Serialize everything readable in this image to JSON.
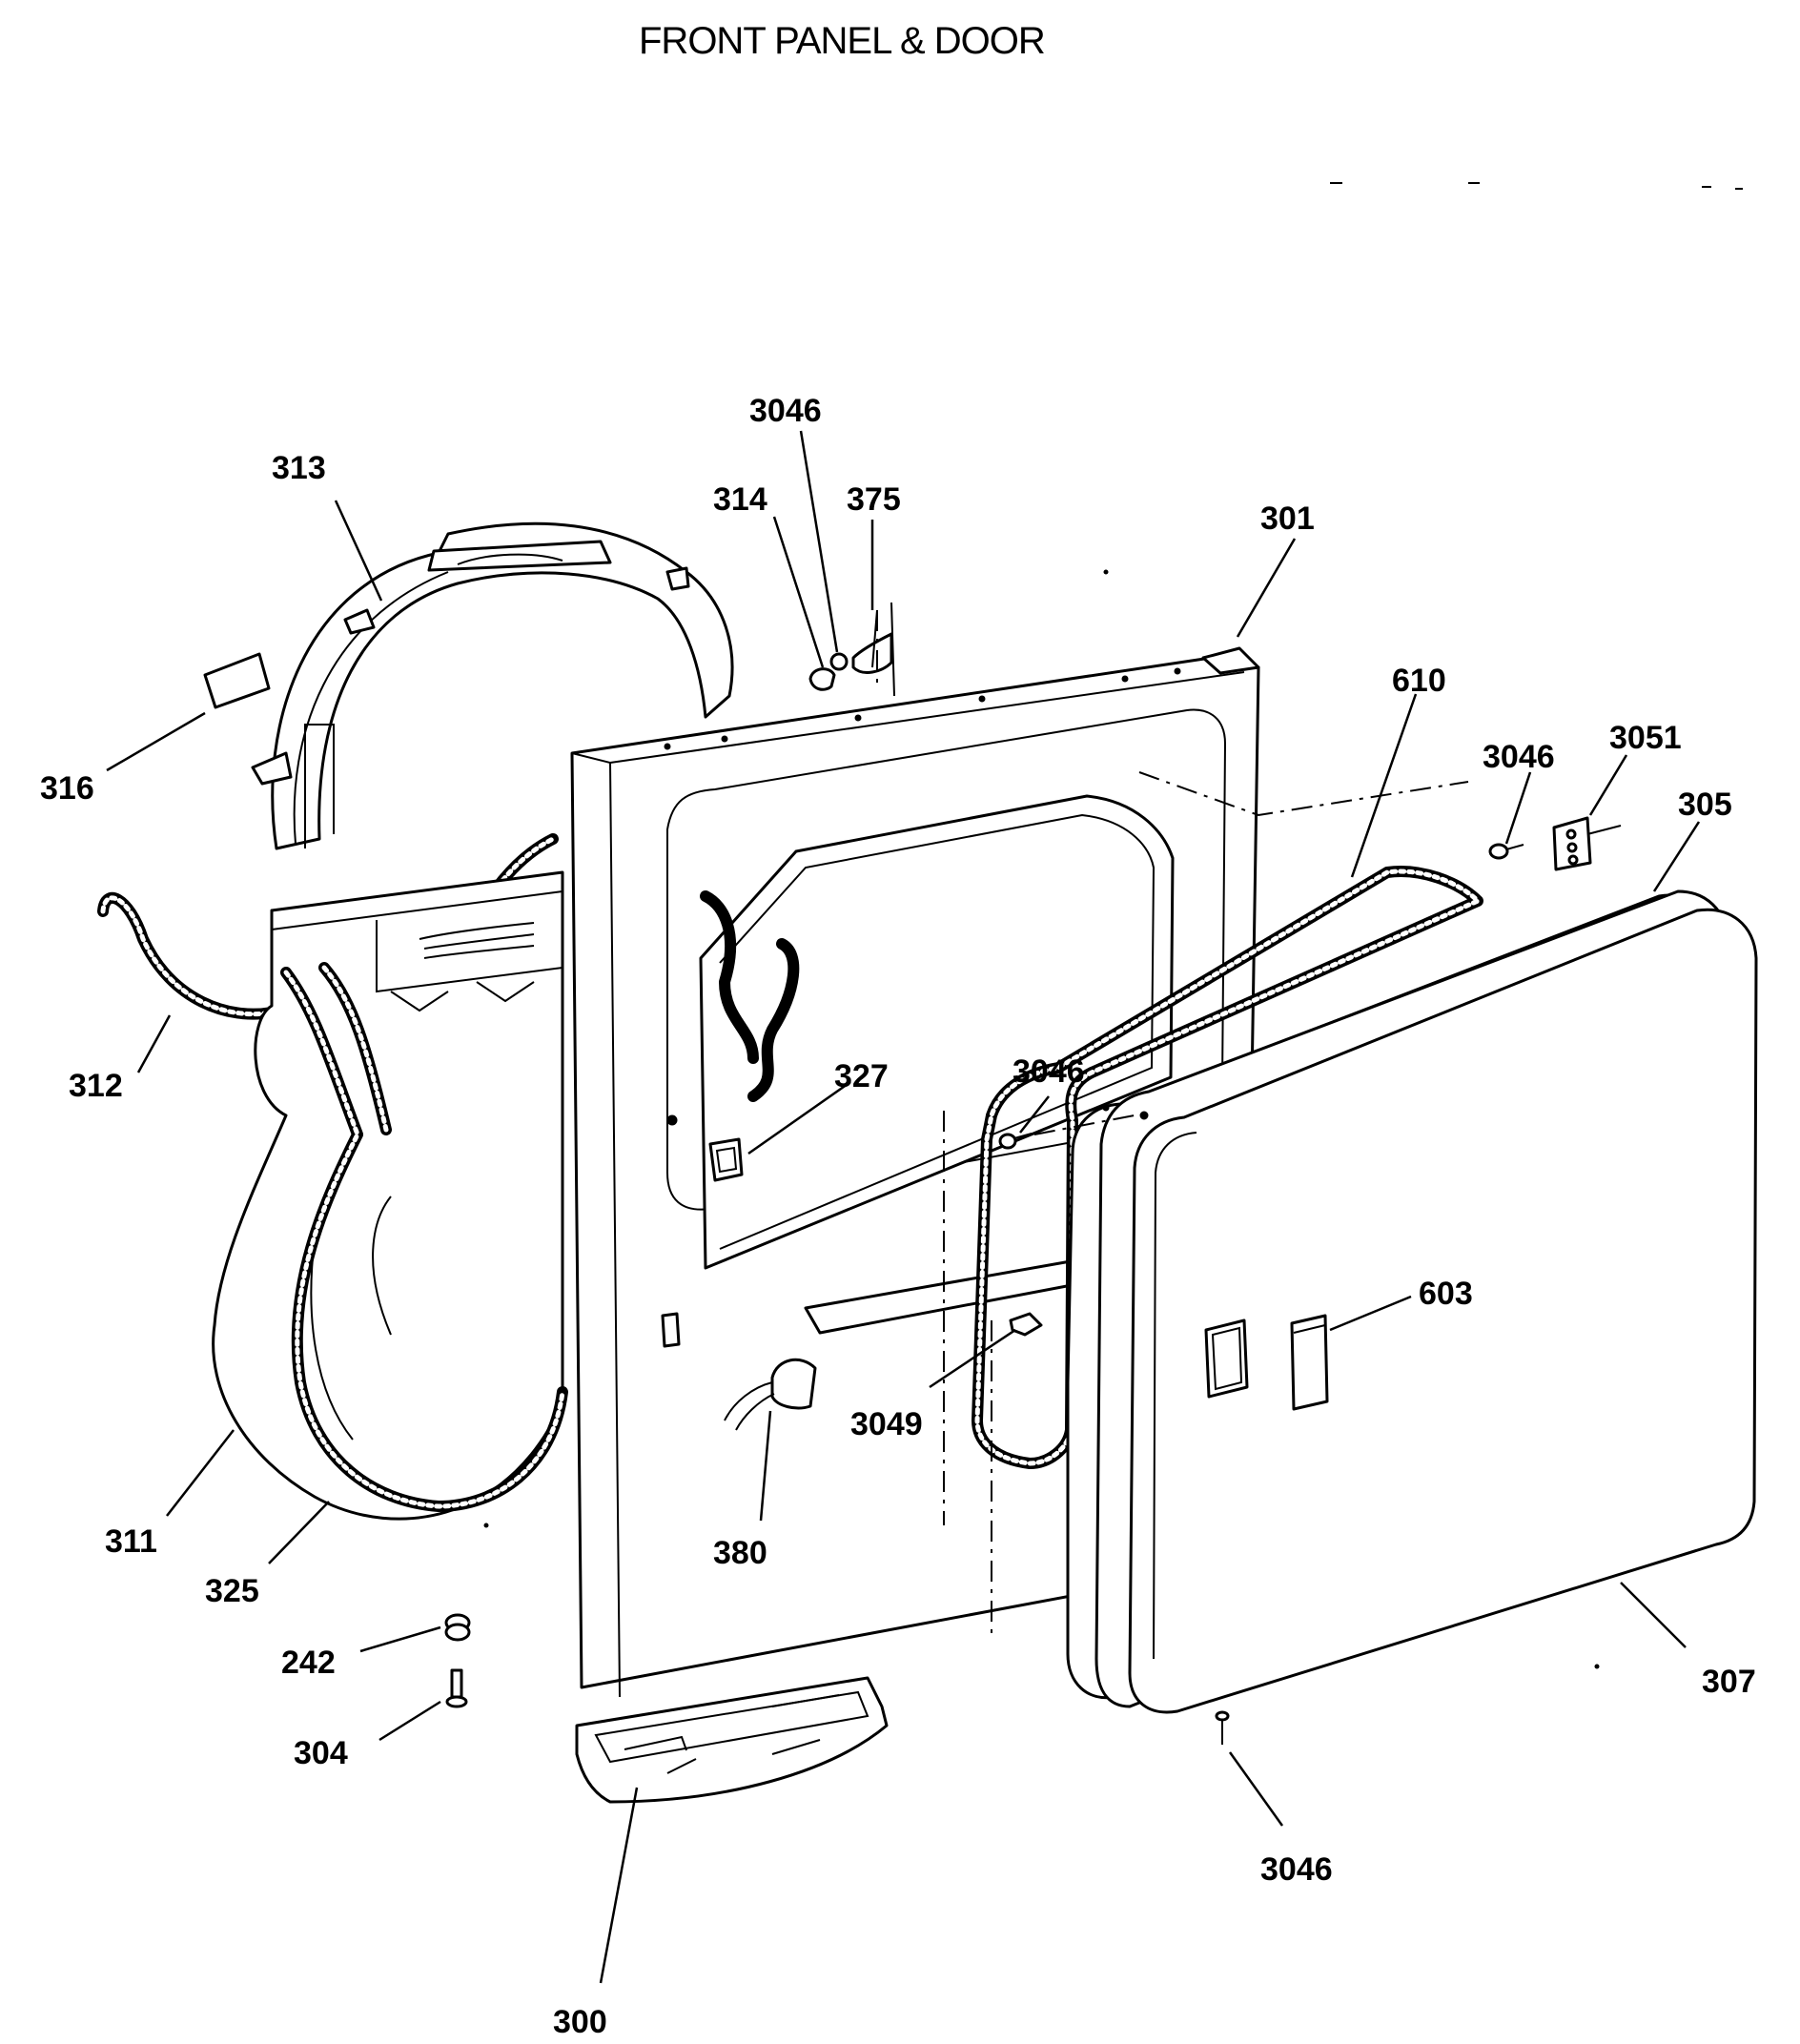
{
  "title": "FRONT PANEL & DOOR",
  "labels": {
    "p313": "313",
    "p316": "316",
    "p312": "312",
    "p311": "311",
    "p325": "325",
    "p242": "242",
    "p304": "304",
    "p300": "300",
    "p380": "380",
    "p327": "327",
    "p3046_top": "3046",
    "p314": "314",
    "p375": "375",
    "p301": "301",
    "p610": "610",
    "p3046_right": "3046",
    "p3051": "3051",
    "p305": "305",
    "p3046_mid": "3046",
    "p3049": "3049",
    "p603": "603",
    "p307": "307",
    "p3046_bottom": "3046"
  }
}
